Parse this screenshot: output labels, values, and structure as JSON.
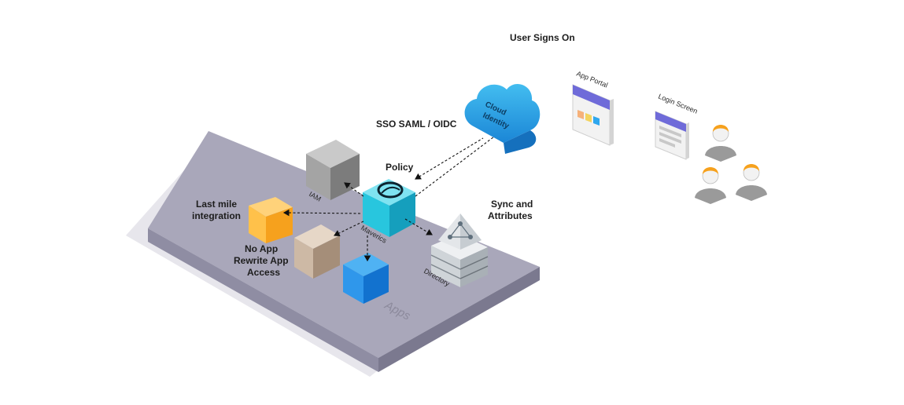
{
  "labels": {
    "user_signs_on": "User Signs On",
    "sso": "SSO SAML / OIDC",
    "policy": "Policy",
    "last_mile_1": "Last mile",
    "last_mile_2": "integration",
    "no_app_1": "No App",
    "no_app_2": "Rewrite App",
    "no_app_3": "Access",
    "sync_1": "Sync and",
    "sync_2": "Attributes",
    "cloud_1": "Cloud",
    "cloud_2": "Identity",
    "app_portal": "App Portal",
    "login_screen": "Login Screen",
    "iam": "IAM",
    "maverics": "Maverics",
    "directory": "Directory",
    "apps": "Apps"
  },
  "colors": {
    "platform_top": "#a8a6b8",
    "platform_side": "#85839a",
    "maverics": "#26c3da",
    "orange": "#f6a11d",
    "blue": "#1e8ee8",
    "iam_gray": "#9d9d9d",
    "tan": "#c9b49f",
    "cloud": "#2aa6e6"
  }
}
